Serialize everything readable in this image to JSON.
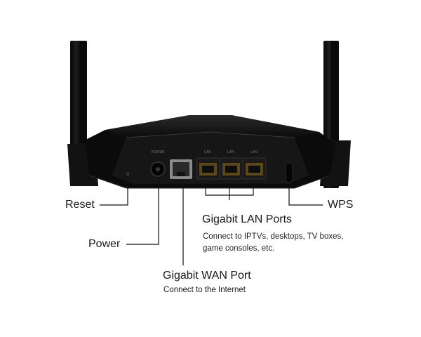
{
  "callouts": {
    "reset": {
      "title": "Reset"
    },
    "power": {
      "title": "Power"
    },
    "wan": {
      "title": "Gigabit WAN Port",
      "desc": "Connect to the Internet"
    },
    "lan": {
      "title": "Gigabit LAN Ports",
      "desc_line1": "Connect to IPTVs, desktops, TV boxes,",
      "desc_line2": "game consoles, etc."
    },
    "wps": {
      "title": "WPS"
    }
  },
  "device": {
    "port_labels": [
      "POWER",
      "LAN",
      "LAN",
      "LAN"
    ],
    "body_color": "#0e0e0e",
    "accent_color": "#d4a017"
  }
}
